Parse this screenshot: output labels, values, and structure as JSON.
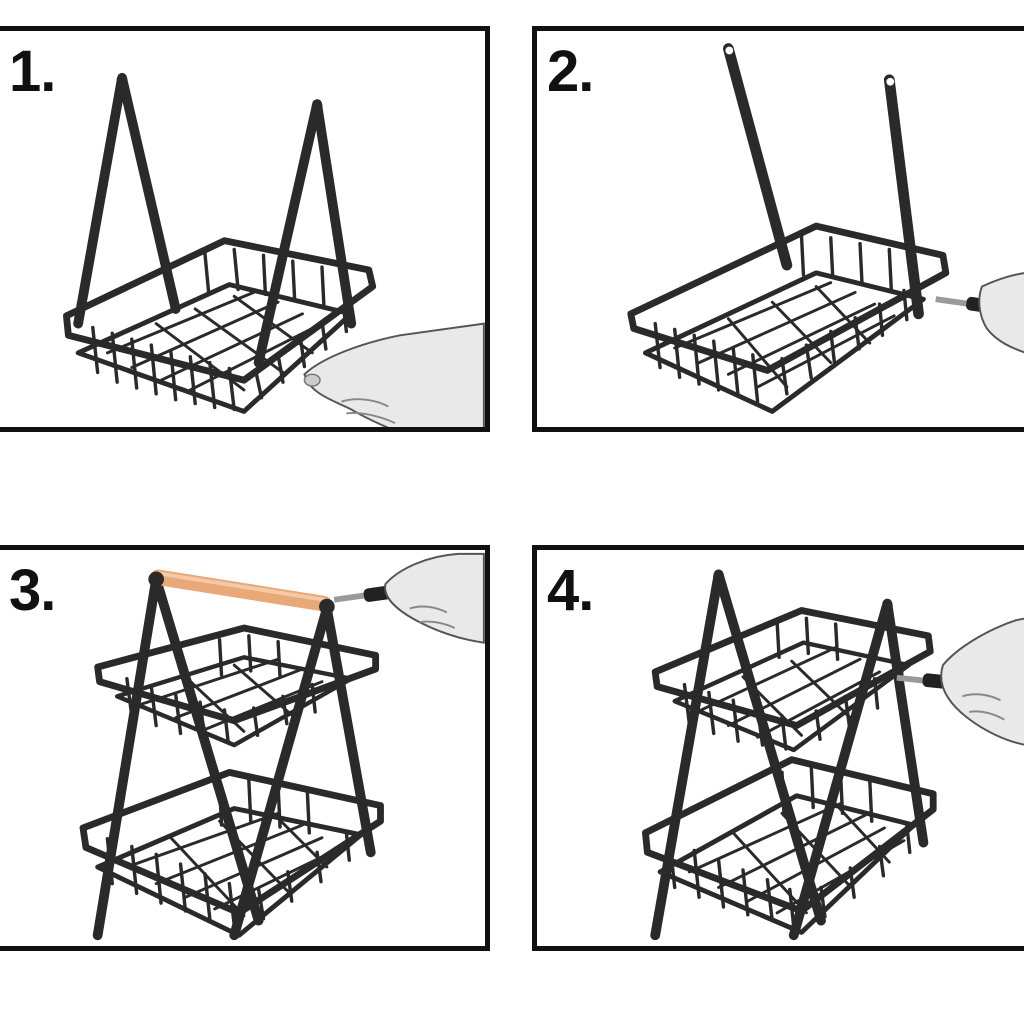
{
  "steps": [
    {
      "number": "1.",
      "illustration": "basket-with-side-arms-hand-tightening-screw"
    },
    {
      "number": "2.",
      "illustration": "basket-with-arms-screwdriver-attaching"
    },
    {
      "number": "3.",
      "illustration": "two-tier-basket-wooden-handle-screwdriver"
    },
    {
      "number": "4.",
      "illustration": "two-tier-basket-hand-tightening-upper-basket"
    }
  ],
  "colors": {
    "border": "#111111",
    "metal": "#2a2a2a",
    "wood": "#e8a878",
    "skin": "#e9e9e9",
    "background": "#ffffff"
  },
  "icons": [
    "wire-basket-icon",
    "hand-icon",
    "screwdriver-icon",
    "wooden-handle-icon"
  ]
}
